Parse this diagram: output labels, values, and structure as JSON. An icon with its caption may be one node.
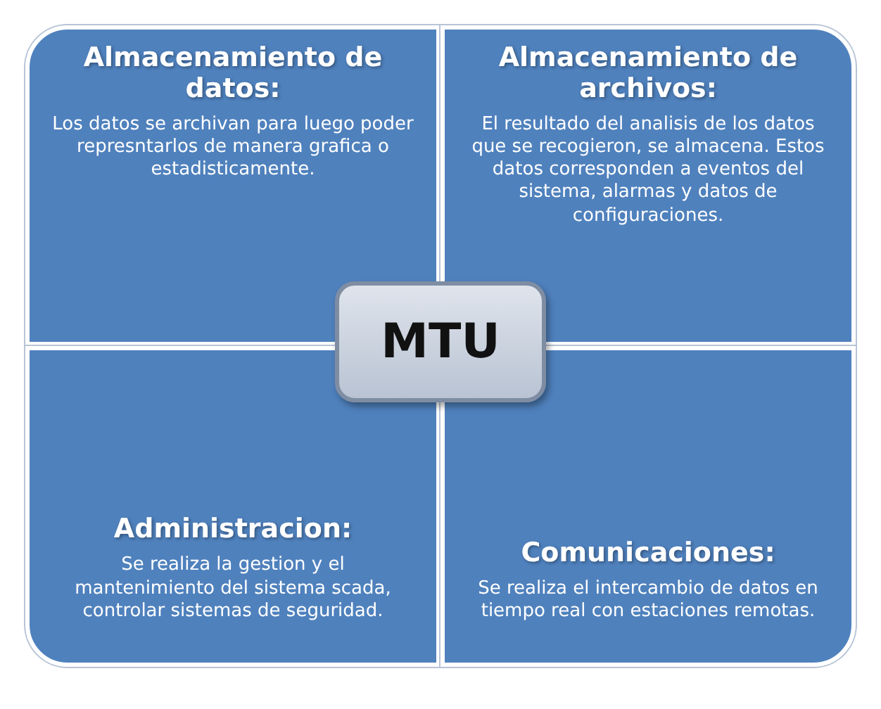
{
  "diagram": {
    "nodes": [
      {
        "text": [
          "Almacenamiento de datos:",
          "Los datos se archivan para  luego poder represntarlos de manera grafica o estadisticamente."
        ]
      },
      {
        "text": [
          "Almacenamiento de archivos:",
          "El  resultado del analisis de los datos que se recogieron, se almacena. Estos datos corresponden a eventos del sistema, alarmas y datos de configuraciones."
        ]
      },
      {
        "text": [
          "Administracion:",
          "Se realiza la gestion y el mantenimiento del sistema scada, controlar sistemas de seguridad."
        ]
      },
      {
        "text": [
          "Comunicaciones:",
          "Se realiza el intercambio de datos en tiempo real con estaciones remotas."
        ]
      },
      {
        "text": [
          "MTU"
        ]
      }
    ]
  }
}
